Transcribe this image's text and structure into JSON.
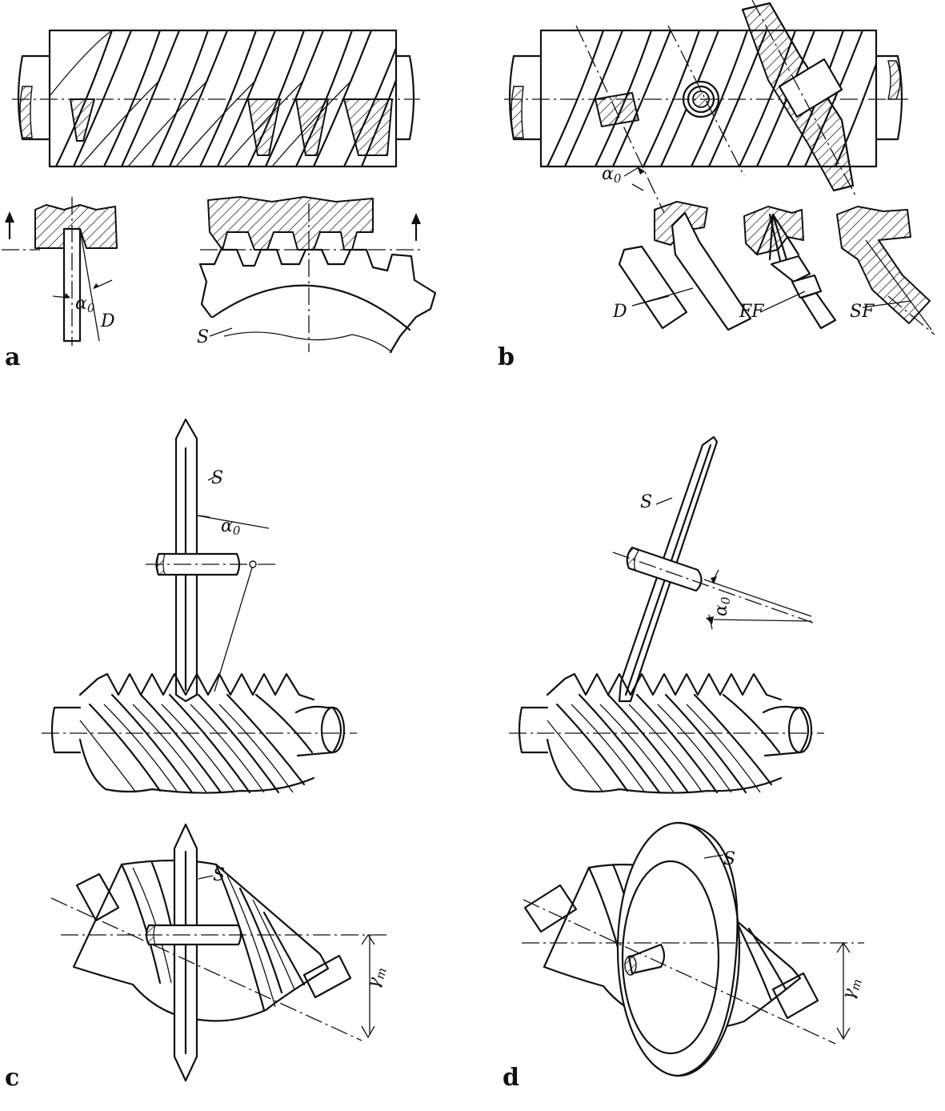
{
  "panels": {
    "a": {
      "letter": "a",
      "labels": {
        "alpha": "α",
        "alpha_sub": "0",
        "tool": "D",
        "wheel": "S"
      }
    },
    "b": {
      "letter": "b",
      "labels": {
        "alpha": "α",
        "alpha_sub": "0",
        "tool": "D",
        "finger": "FF",
        "shaper": "SF"
      }
    },
    "c": {
      "letter": "c",
      "labels": {
        "disc_top": "S",
        "alpha": "α",
        "alpha_sub": "0",
        "disc_bottom": "S",
        "gamma": "γ",
        "gamma_sub": "m"
      }
    },
    "d": {
      "letter": "d",
      "labels": {
        "disc_top": "S",
        "alpha": "α",
        "alpha_sub": "0",
        "disc_bottom": "S",
        "gamma": "γ",
        "gamma_sub": "m"
      }
    }
  }
}
